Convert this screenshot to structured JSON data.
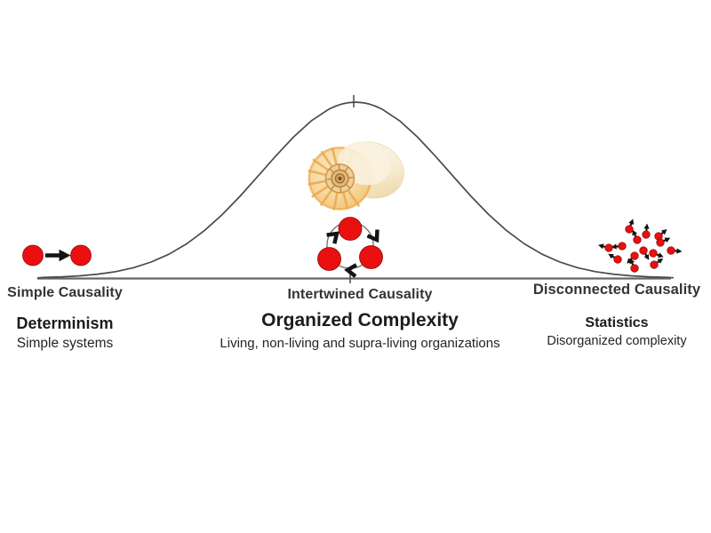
{
  "canvas": {
    "background": "#ffffff"
  },
  "curve": {
    "name": "gaussian-bell-curve"
  },
  "regions": [
    {
      "zone_label": "Simple Causality",
      "heading": "Determinism",
      "subheading": "Simple systems",
      "icon": "linear-causality-icon"
    },
    {
      "zone_label": "Intertwined Causality",
      "heading": "Organized Complexity",
      "subheading": "Living, non-living and supra-living organizations",
      "icon": "cyclic-causality-icon"
    },
    {
      "zone_label": "Disconnected Causality",
      "heading": "Statistics",
      "subheading": "Disorganized complexity",
      "icon": "random-particles-icon"
    }
  ],
  "icons": {
    "peak": "nautilus-shell-icon",
    "left": "linear-causality-icon",
    "center": "cyclic-causality-icon",
    "right": "random-particles-icon"
  },
  "colors": {
    "dot_red": "#e9100f",
    "arrow_black": "#141414",
    "curve_gray": "#4a4a4a",
    "axis_gray": "#666666",
    "shell_orange": "#f2c377",
    "shell_cream": "#f8f0de"
  }
}
